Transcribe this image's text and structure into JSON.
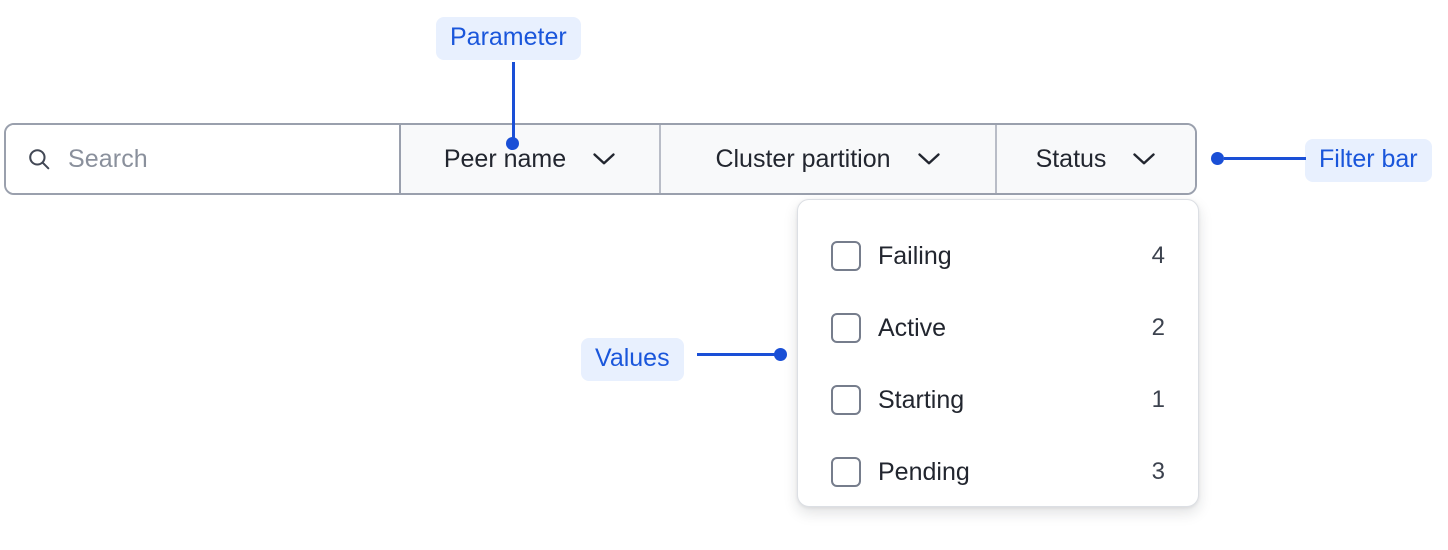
{
  "filter_bar": {
    "search": {
      "placeholder": "Search",
      "value": "",
      "icon": "search-icon"
    },
    "segments": [
      {
        "label": "Peer name",
        "icon": "chevron-down-icon",
        "expanded": false
      },
      {
        "label": "Cluster partition",
        "icon": "chevron-down-icon",
        "expanded": false
      },
      {
        "label": "Status",
        "icon": "chevron-down-icon",
        "expanded": true
      }
    ]
  },
  "values_dropdown": {
    "owner": "Status",
    "options": [
      {
        "label": "Failing",
        "count": "4",
        "checked": false,
        "icon": "checkbox-unchecked-icon"
      },
      {
        "label": "Active",
        "count": "2",
        "checked": false,
        "icon": "checkbox-unchecked-icon"
      },
      {
        "label": "Starting",
        "count": "1",
        "checked": false,
        "icon": "checkbox-unchecked-icon"
      },
      {
        "label": "Pending",
        "count": "3",
        "checked": false,
        "icon": "checkbox-unchecked-icon"
      }
    ]
  },
  "annotations": [
    {
      "label": "Parameter",
      "target": "Peer name segment"
    },
    {
      "label": "Values",
      "target": "Status dropdown options"
    },
    {
      "label": "Filter bar",
      "target": "whole filter bar"
    }
  ],
  "colors": {
    "annotation_text": "#1a56db",
    "annotation_badge_bg": "#e8f0fe",
    "annotation_line": "#1a4fd6",
    "bar_border": "#9aa0ad",
    "segment_bg": "#f8f9fa",
    "text_primary": "#22262f",
    "placeholder": "#8a909c"
  }
}
